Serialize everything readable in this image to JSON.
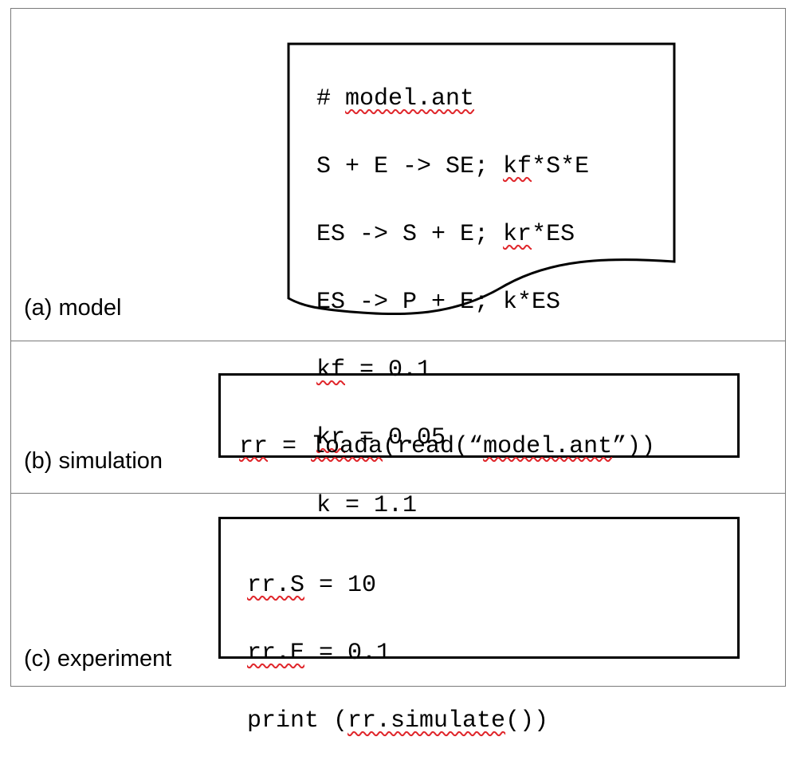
{
  "panels": {
    "model": {
      "label": "(a) model",
      "comment": "# ",
      "filename": "model.ant",
      "lines": {
        "r1_pre": "S + E -> SE; ",
        "r1_kf": "kf",
        "r1_post": "*S*E",
        "r2_pre": "ES -> S + E; ",
        "r2_kr": "kr",
        "r2_post": "*ES",
        "r3": "ES -> P + E; k*ES",
        "p1_kf": "kf",
        "p1_post": " = 0.1",
        "p2_kr": "kr",
        "p2_post": " = 0.05",
        "p3": "k = 1.1"
      }
    },
    "simulation": {
      "label": "(b) simulation",
      "rr": "rr",
      "eq": " = ",
      "loada": "loada",
      "read_open": "(read(“",
      "filename": "model.ant",
      "close": "”))"
    },
    "experiment": {
      "label": "(c) experiment",
      "l1_obj": "rr.S",
      "l1_post": " = 10",
      "l2_obj": "rr.E",
      "l2_post": " = 0.1",
      "l3_pre": "print (",
      "l3_call": "rr.simulate",
      "l3_post": "())"
    }
  }
}
